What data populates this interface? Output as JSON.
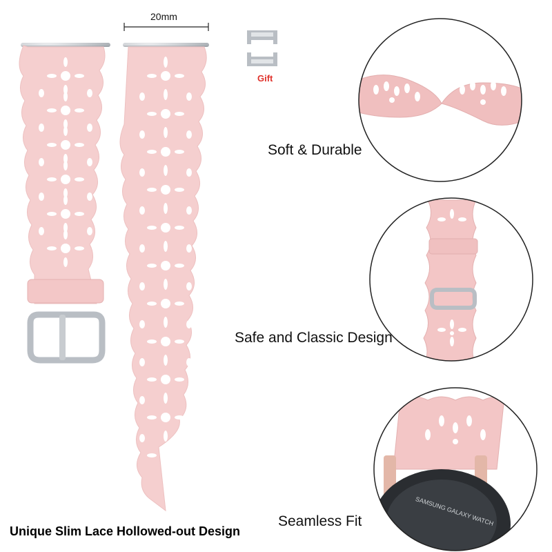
{
  "dimension": {
    "label": "20mm"
  },
  "gift": {
    "label": "Gift"
  },
  "features": [
    {
      "label": "Soft & Durable"
    },
    {
      "label": "Safe and Classic Design"
    },
    {
      "label": "Seamless Fit"
    }
  ],
  "title": "Unique Slim Lace Hollowed-out Design",
  "watch_text": "SAMSUNG GALAXY WATCH",
  "colors": {
    "band_pink": "#f5cfcf",
    "band_shadow": "#e8b8b8",
    "metal": "#c8ccd0",
    "circle_border": "#222222",
    "gift_red": "#e0322c"
  }
}
